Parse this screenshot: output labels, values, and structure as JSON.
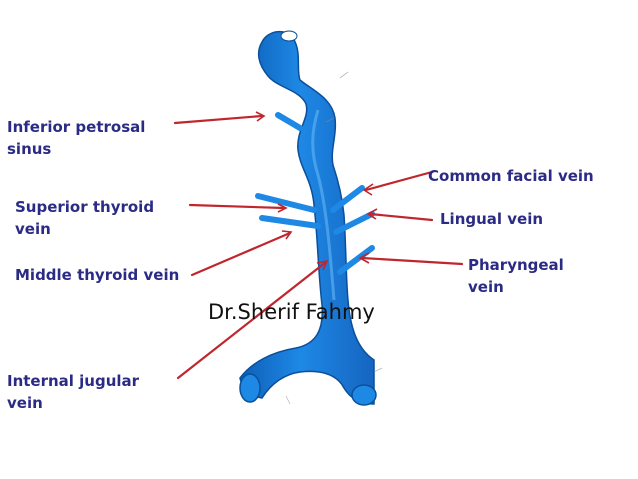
{
  "colors": {
    "label": "#2b2b85",
    "pointer": "#c0262d",
    "vein": "#1e88e5",
    "vein_dark": "#0d5fb8",
    "vein_light": "#64b5f6"
  },
  "labels": {
    "inferior_petrosal_sinus": [
      "Inferior petrosal",
      "sinus"
    ],
    "superior_thyroid_vein": [
      "Superior thyroid",
      "vein"
    ],
    "middle_thyroid_vein": "Middle thyroid vein",
    "internal_jugular_vein": [
      "Internal jugular",
      "vein"
    ],
    "common_facial_vein": "Common facial vein",
    "lingual_vein": "Lingual vein",
    "pharyngeal_vein": [
      "Pharyngeal",
      "vein"
    ]
  },
  "credit": "Dr.Sherif Fahmy"
}
